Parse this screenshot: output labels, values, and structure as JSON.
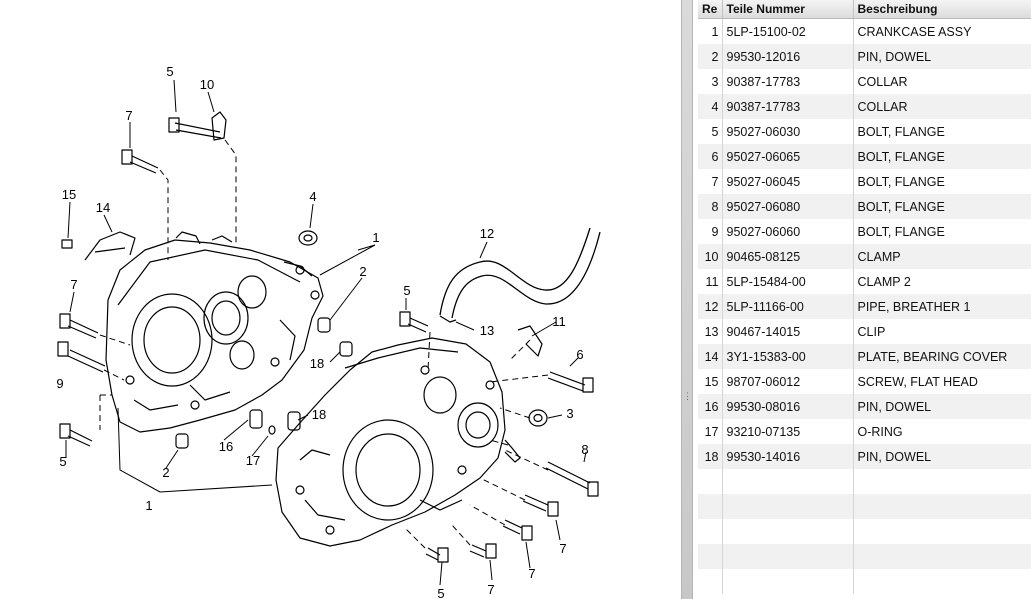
{
  "diagram": {
    "callouts": [
      {
        "text": "5"
      },
      {
        "text": "10"
      },
      {
        "text": "7"
      },
      {
        "text": "15"
      },
      {
        "text": "14"
      },
      {
        "text": "4"
      },
      {
        "text": "1"
      },
      {
        "text": "2"
      },
      {
        "text": "12"
      },
      {
        "text": "7"
      },
      {
        "text": "9"
      },
      {
        "text": "5"
      },
      {
        "text": "13"
      },
      {
        "text": "11"
      },
      {
        "text": "6"
      },
      {
        "text": "18"
      },
      {
        "text": "3"
      },
      {
        "text": "18"
      },
      {
        "text": "16"
      },
      {
        "text": "17"
      },
      {
        "text": "5"
      },
      {
        "text": "2"
      },
      {
        "text": "8"
      },
      {
        "text": "1"
      },
      {
        "text": "7"
      },
      {
        "text": "7"
      },
      {
        "text": "7"
      },
      {
        "text": "5"
      }
    ]
  },
  "table": {
    "columns": [
      "Re",
      "Teile Nummer",
      "Beschreibung"
    ],
    "rows": [
      {
        "ref": "1",
        "part": "5LP-15100-02",
        "desc": "CRANKCASE ASSY"
      },
      {
        "ref": "2",
        "part": "99530-12016",
        "desc": "PIN, DOWEL"
      },
      {
        "ref": "3",
        "part": "90387-17783",
        "desc": "COLLAR"
      },
      {
        "ref": "4",
        "part": "90387-17783",
        "desc": "COLLAR"
      },
      {
        "ref": "5",
        "part": "95027-06030",
        "desc": "BOLT, FLANGE"
      },
      {
        "ref": "6",
        "part": "95027-06065",
        "desc": "BOLT, FLANGE"
      },
      {
        "ref": "7",
        "part": "95027-06045",
        "desc": "BOLT, FLANGE"
      },
      {
        "ref": "8",
        "part": "95027-06080",
        "desc": "BOLT, FLANGE"
      },
      {
        "ref": "9",
        "part": "95027-06060",
        "desc": "BOLT, FLANGE"
      },
      {
        "ref": "10",
        "part": "90465-08125",
        "desc": "CLAMP"
      },
      {
        "ref": "11",
        "part": "5LP-15484-00",
        "desc": "CLAMP 2"
      },
      {
        "ref": "12",
        "part": "5LP-11166-00",
        "desc": "PIPE, BREATHER 1"
      },
      {
        "ref": "13",
        "part": "90467-14015",
        "desc": "CLIP"
      },
      {
        "ref": "14",
        "part": "3Y1-15383-00",
        "desc": "PLATE, BEARING COVER"
      },
      {
        "ref": "15",
        "part": "98707-06012",
        "desc": "SCREW, FLAT HEAD"
      },
      {
        "ref": "16",
        "part": "99530-08016",
        "desc": "PIN, DOWEL"
      },
      {
        "ref": "17",
        "part": "93210-07135",
        "desc": "O-RING"
      },
      {
        "ref": "18",
        "part": "99530-14016",
        "desc": "PIN, DOWEL"
      }
    ],
    "empty_rows": 5
  },
  "splitter": {
    "grip_icon": "grip-dots-icon"
  },
  "colors": {
    "header_bg": "#e4e4e4",
    "stripe": "#f1f1f1",
    "line": "#000000"
  }
}
